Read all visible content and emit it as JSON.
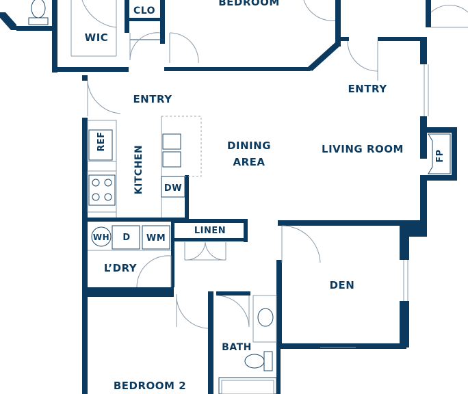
{
  "labels": {
    "clo": "CLO",
    "bedroom": "BEDROOM",
    "wic": "WIC",
    "entry_left": "ENTRY",
    "entry_right": "ENTRY",
    "ref": "REF",
    "kitchen": "KITCHEN",
    "dining_line1": "DINING",
    "dining_line2": "AREA",
    "living_room": "LIVING ROOM",
    "fp": "FP",
    "dw": "DW",
    "linen": "LINEN",
    "wh": "WH",
    "d": "D",
    "wm": "WM",
    "laundry": "L’DRY",
    "den": "DEN",
    "bath": "BATH",
    "bedroom2": "BEDROOM 2"
  },
  "colors": {
    "wall": "#0c3a5e",
    "fixture_line": "#1f4a6b",
    "background": "#ffffff"
  }
}
